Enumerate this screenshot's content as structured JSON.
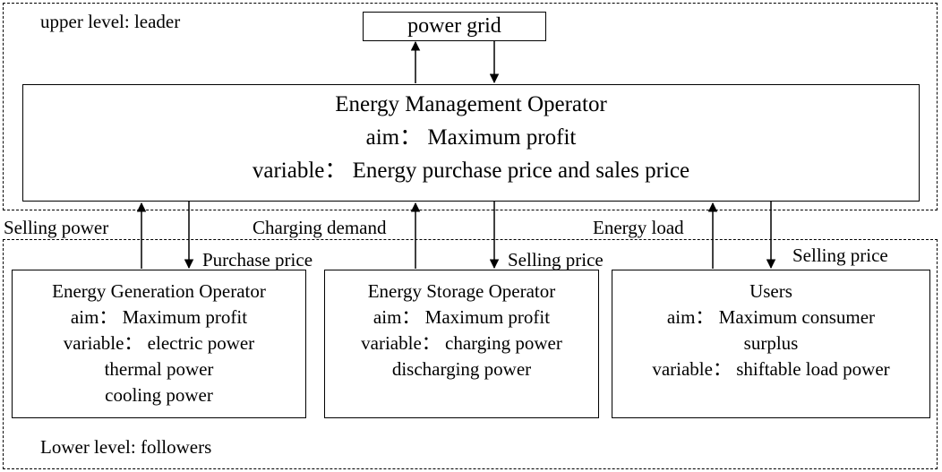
{
  "upper_level": {
    "label": "upper level: leader"
  },
  "lower_level": {
    "label": "Lower level: followers"
  },
  "power_grid": {
    "label": "power grid"
  },
  "emo": {
    "title": "Energy Management Operator",
    "aim": "aim： Maximum profit",
    "variable": "variable： Energy purchase price and sales price"
  },
  "ego": {
    "title": "Energy Generation Operator",
    "aim": "aim： Maximum profit",
    "variable": "variable： electric power",
    "line4": "thermal power",
    "line5": "cooling power"
  },
  "eso": {
    "title": "Energy Storage Operator",
    "aim": "aim： Maximum profit",
    "variable": "variable： charging power",
    "line4": "discharging power"
  },
  "users": {
    "title": "Users",
    "aim": "aim： Maximum consumer",
    "aim2": "surplus",
    "variable": "variable： shiftable load power"
  },
  "flows": {
    "selling_power": "Selling power",
    "purchase_price": "Purchase price",
    "charging_demand": "Charging demand",
    "selling_price_eso": "Selling price",
    "energy_load": "Energy load",
    "selling_price_users": "Selling price"
  }
}
